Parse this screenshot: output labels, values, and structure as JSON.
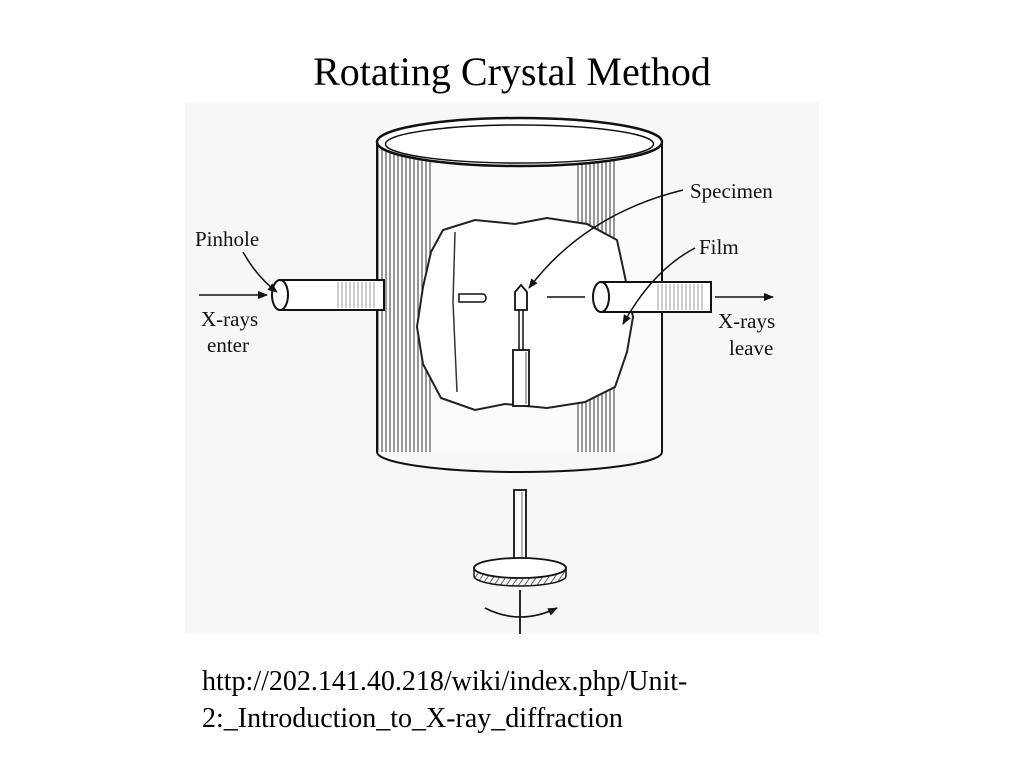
{
  "slide": {
    "title": "Rotating Crystal Method",
    "caption": "http://202.141.40.218/wiki/index.php/Unit-2:_Introduction_to_X-ray_diffraction"
  },
  "diagram": {
    "labels": {
      "pinhole": "Pinhole",
      "xrays_enter_line1": "X-rays",
      "xrays_enter_line2": "enter",
      "specimen": "Specimen",
      "film": "Film",
      "xrays_leave_line1": "X-rays",
      "xrays_leave_line2": "leave"
    },
    "colors": {
      "ink": "#111111",
      "background": "#f7f7f7",
      "hatch": "#555555"
    }
  }
}
